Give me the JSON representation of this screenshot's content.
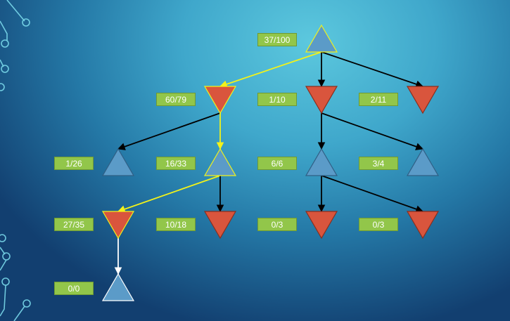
{
  "colors": {
    "max_fill": "#5b9bc8",
    "min_fill": "#d9553d",
    "highlight": "#f2f21a",
    "edge": "#000000",
    "label_bg": "#92c64a",
    "label_text": "#ffffff"
  },
  "nodes": [
    {
      "id": "n0",
      "type": "max",
      "label": "37/100",
      "highlight": true
    },
    {
      "id": "n1",
      "type": "min",
      "label": "60/79",
      "highlight": true
    },
    {
      "id": "n2",
      "type": "min",
      "label": "1/10"
    },
    {
      "id": "n3",
      "type": "min",
      "label": "2/11"
    },
    {
      "id": "n4",
      "type": "max",
      "label": "1/26"
    },
    {
      "id": "n5",
      "type": "max",
      "label": "16/33",
      "highlight": true
    },
    {
      "id": "n6",
      "type": "max",
      "label": "6/6"
    },
    {
      "id": "n7",
      "type": "max",
      "label": "3/4"
    },
    {
      "id": "n8",
      "type": "min",
      "label": "27/35",
      "highlight": true
    },
    {
      "id": "n9",
      "type": "min",
      "label": "10/18"
    },
    {
      "id": "n10",
      "type": "min",
      "label": "0/3"
    },
    {
      "id": "n11",
      "type": "min",
      "label": "0/3"
    },
    {
      "id": "n12",
      "type": "max",
      "label": "0/0",
      "white_outline": true
    }
  ],
  "edges": [
    {
      "from": "n0",
      "to": "n1",
      "style": "highlight"
    },
    {
      "from": "n0",
      "to": "n2",
      "style": "normal"
    },
    {
      "from": "n0",
      "to": "n3",
      "style": "normal"
    },
    {
      "from": "n1",
      "to": "n4",
      "style": "normal"
    },
    {
      "from": "n1",
      "to": "n5",
      "style": "highlight"
    },
    {
      "from": "n2",
      "to": "n6",
      "style": "normal"
    },
    {
      "from": "n2",
      "to": "n7",
      "style": "normal"
    },
    {
      "from": "n5",
      "to": "n8",
      "style": "highlight"
    },
    {
      "from": "n5",
      "to": "n9",
      "style": "normal"
    },
    {
      "from": "n6",
      "to": "n10",
      "style": "normal"
    },
    {
      "from": "n6",
      "to": "n11",
      "style": "normal"
    },
    {
      "from": "n8",
      "to": "n12",
      "style": "white"
    }
  ]
}
